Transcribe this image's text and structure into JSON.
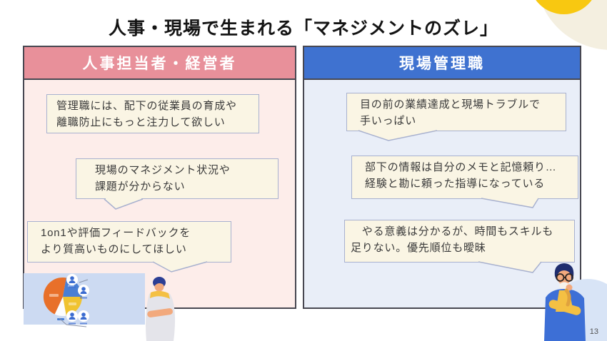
{
  "slide": {
    "title": "人事・現場で生まれる「マネジメントのズレ」",
    "page_number": "13"
  },
  "left_panel": {
    "header": "人事担当者・経営者",
    "bubbles": [
      {
        "text": "管理職には、配下の従業員の育成や\n離職防止にもっと注力して欲しい"
      },
      {
        "text": "現場のマネジメント状況や\n課題が分からない"
      },
      {
        "text": "1on1や評価フィードバックを\nより質高いものにしてほしい"
      }
    ]
  },
  "right_panel": {
    "header": "現場管理職",
    "bubbles": [
      {
        "text": "目の前の業績達成と現場トラブルで\n手いっぱい"
      },
      {
        "text": "部下の情報は自分のメモと記憶頼り…\n経験と勘に頼った指導になっている"
      },
      {
        "text": "　やる意義は分かるが、時間もスキルも\n足りない。優先順位も曖昧"
      }
    ]
  },
  "illustrations": {
    "left": "presenter-with-people-pie-chart",
    "right": "thinking-manager-with-glasses"
  },
  "colors": {
    "left_header": "#e8909a",
    "left_body": "#fdedea",
    "right_header": "#3f72d0",
    "right_body": "#e9eef8",
    "panel_border": "#474751",
    "bubble_bg": "#faf5e4",
    "bubble_border": "#a8b1cf",
    "decor_yellow": "#f8c811",
    "decor_cream": "#f4efe0"
  }
}
